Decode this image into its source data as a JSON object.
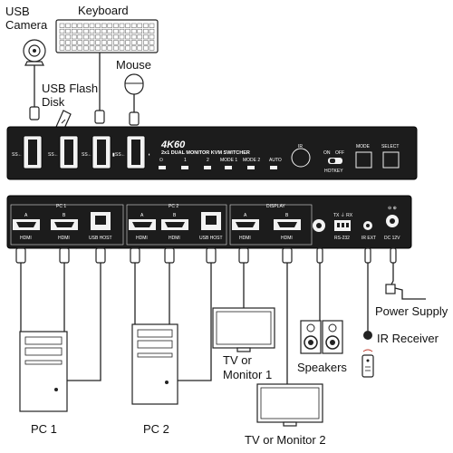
{
  "labels": {
    "usb_camera_line1": "USB",
    "usb_camera_line2": "Camera",
    "keyboard": "Keyboard",
    "mouse": "Mouse",
    "usb_flash_line1": "USB Flash",
    "usb_flash_line2": "Disk",
    "power_supply": "Power Supply",
    "ir_receiver": "IR Receiver",
    "speakers": "Speakers",
    "monitor1_line1": "TV or",
    "monitor1_line2": "Monitor 1",
    "monitor2": "TV or Monitor 2",
    "pc1": "PC 1",
    "pc2": "PC 2"
  },
  "front_panel": {
    "brand": "4K60",
    "subtitle": "2x1 DUAL MONITOR KVM SWITCHER",
    "indicators": [
      "⏻",
      "1",
      "2",
      "MODE 1",
      "MODE 2",
      "AUTO"
    ],
    "ir": "IR",
    "on": "ON",
    "off": "OFF",
    "hotkey": "HOTKEY",
    "mode": "MODE",
    "select": "SELECT",
    "usb_mark": "SS←"
  },
  "rear_panel": {
    "pc1": "PC 1",
    "pc2": "PC 2",
    "display": "DISPLAY",
    "port_a": "A",
    "port_b": "B",
    "hdmi": "HDMI",
    "usb_host": "USB HOST",
    "tx_rx": "TX ⏚ RX",
    "rs232": "RS-232",
    "ir_ext": "IR EXT",
    "dc": "DC 12V"
  }
}
